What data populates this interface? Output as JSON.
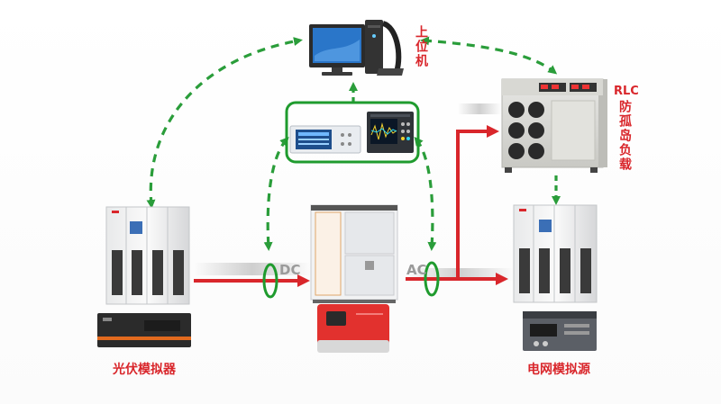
{
  "labels": {
    "host_pc": "上位机",
    "rlc_title": "RLC",
    "rlc_load": "防孤岛负载",
    "pv_sim": "光伏模拟器",
    "grid_sim": "电网模拟源",
    "dc": "DC",
    "ac": "AC"
  },
  "colors": {
    "accent_red": "#d9262b",
    "dashed_green": "#2a9d3a",
    "ring_green": "#1f9b2e",
    "label_gray": "#9a9a9a"
  },
  "icons": [
    "computer-icon",
    "oscilloscope-icon",
    "power-analyzer-icon",
    "rlc-load-cabinet-icon",
    "pv-simulator-cabinet-icon",
    "grid-simulator-cabinet-icon",
    "inverter-cabinet-icon",
    "string-inverter-icon",
    "rack-unit-icon"
  ]
}
